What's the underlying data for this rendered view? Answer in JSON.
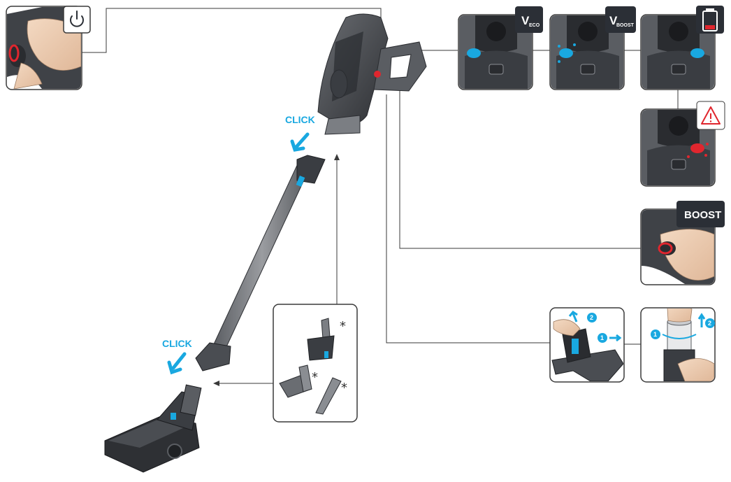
{
  "labels": {
    "click_top": "CLICK",
    "click_bottom": "CLICK",
    "eco_v": "V",
    "eco_sub": "ECO",
    "boost_v": "V",
    "boost_sub": "BOOST",
    "boost_button": "BOOST",
    "asterisk": "*",
    "step_one": "1",
    "step_two": "2"
  },
  "icons": {
    "power": "power-icon",
    "battery": "battery-low-icon",
    "warning": "warning-icon",
    "arrow": "arrow-icon"
  },
  "colors": {
    "accent": "#19a8e0",
    "badge": "#2b2f36",
    "alert": "#e0262e",
    "device": "#4a4d52",
    "frame": "#3a3a3a"
  }
}
